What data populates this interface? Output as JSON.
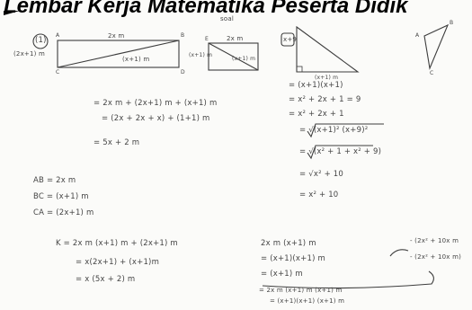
{
  "header": {
    "banner": "Lembar Kerja Matematika Peserta Didik"
  },
  "worksheet": {
    "heading_mark": "soal",
    "problem_number": "(1)",
    "figure_labels": {
      "rect1_top": "2x m",
      "rect1_left": "(2x+1) m",
      "rect1_diag": "(x+1) m",
      "rect2_top": "2x m",
      "rect2_left": "(x+1) m",
      "rect2_right": "(x+1) m",
      "corner_a": "A",
      "corner_b": "B",
      "corner_c": "C",
      "corner_d": "D",
      "corner_e": "E",
      "tri_label": "x+9",
      "tri2_a": "A",
      "tri2_b": "B",
      "tri2_c": "C",
      "tri_base": "(x+1) m"
    },
    "left_work": [
      "= 2x m + (2x+1) m + (x+1) m",
      "= (2x + 2x + x) + (1+1) m",
      "= 5x + 2 m"
    ],
    "sides": [
      "AB = 2x m",
      "BC = (x+1) m",
      "CA = (2x+1) m"
    ],
    "bottom_left": [
      "K = 2x m (x+1) m + (2x+1) m",
      "= x(2x+1) + (x+1)m",
      "= x (5x + 2) m"
    ],
    "right_work": [
      "= (x+1)(x+1)",
      "= x² + 2x + 1 = 9",
      "= x² + 2x + 1"
    ],
    "right_root": [
      "= √(x+1)² (x+9)²",
      "= √(x² + 1 + x² + 9)",
      "= √x² + 10",
      "= x² + 10"
    ],
    "bottom_right": [
      "2x m (x+1) m",
      "= (x+1)(x+1) m",
      "= (x+1) m",
      "= 2x m (x+1) m (x+1) m",
      "= (x+1)(x+1) (x+1) m"
    ],
    "far_right": [
      "- (2x² + 10x m",
      "- (2x² + 10x m)"
    ]
  }
}
